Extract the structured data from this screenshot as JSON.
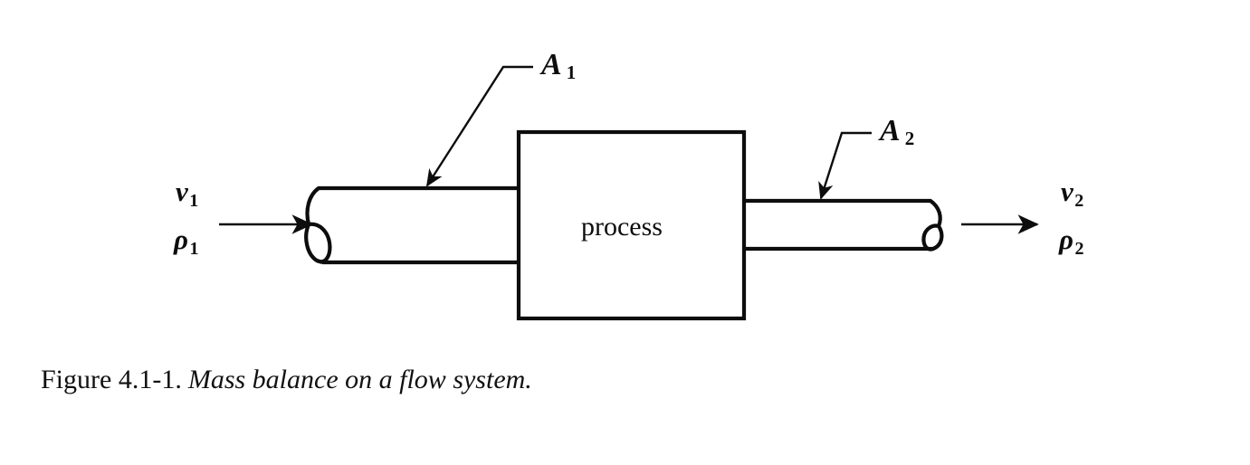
{
  "figure": {
    "caption_number": "Figure 4.1-1.",
    "caption_title": "Mass balance on a flow system.",
    "background_color": "#ffffff",
    "ink_color": "#0d0d0d"
  },
  "diagram": {
    "type": "process-flow-schematic",
    "process_box": {
      "label": "process"
    },
    "inlet": {
      "velocity_symbol": "v",
      "velocity_subscript": "1",
      "density_symbol": "ρ",
      "density_subscript": "1",
      "area_symbol": "A",
      "area_subscript": "1",
      "flow_direction": "right"
    },
    "outlet": {
      "velocity_symbol": "v",
      "velocity_subscript": "2",
      "density_symbol": "ρ",
      "density_subscript": "2",
      "area_symbol": "A",
      "area_subscript": "2",
      "flow_direction": "right"
    }
  }
}
